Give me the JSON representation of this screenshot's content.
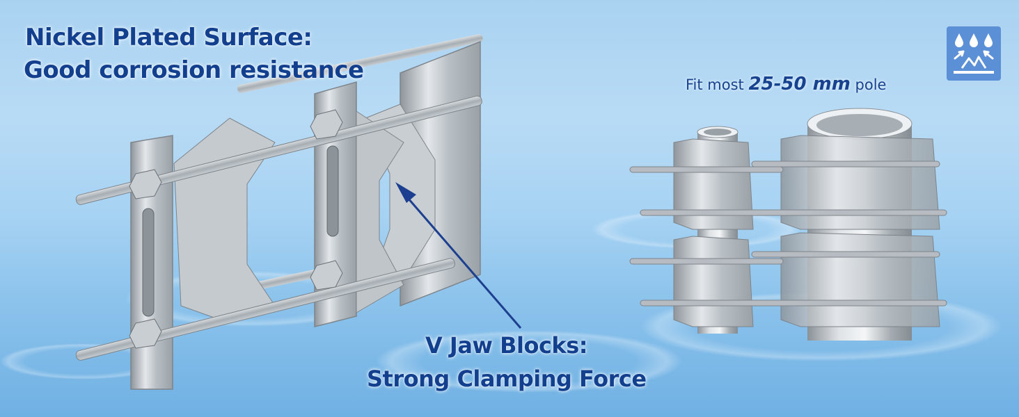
{
  "headline": {
    "line1": "Nickel Plated Surface:",
    "line2": "Good corrosion resistance"
  },
  "callout": {
    "line1": "V Jaw Blocks:",
    "line2": "Strong Clamping Force"
  },
  "fit": {
    "prefix": "Fit most ",
    "range": "25-50 mm",
    "suffix": " pole"
  },
  "badge": {
    "icon": "waterproof-icon"
  },
  "colors": {
    "heading": "#123f8e",
    "badge": "#5b8fd6",
    "arrow": "#1d3f8f"
  }
}
